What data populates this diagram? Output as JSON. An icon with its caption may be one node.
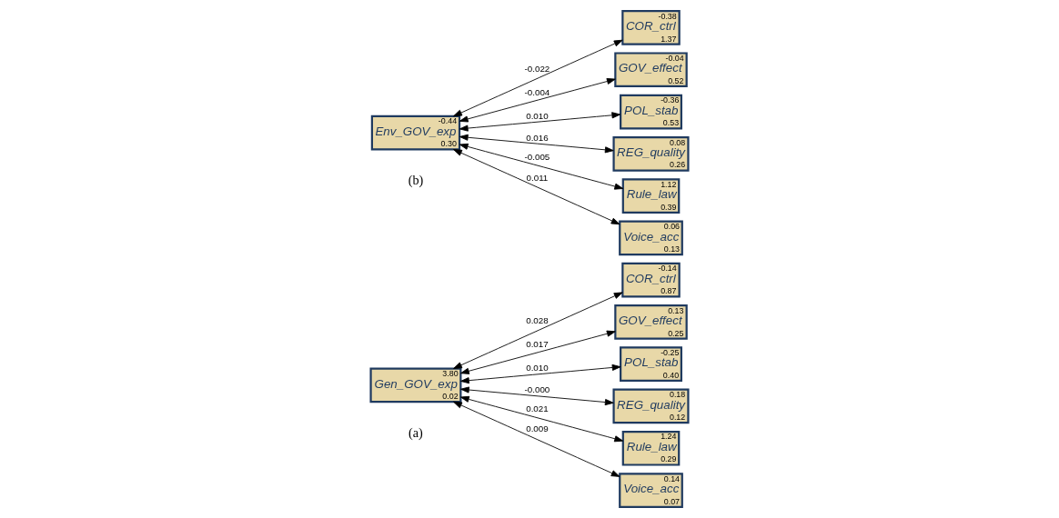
{
  "diagram": {
    "nodes": [
      {
        "text": [
          "3.80",
          "Gen_GOV_exp",
          "0.02"
        ]
      },
      {
        "text": [
          "-0.14",
          "COR_ctrl",
          "0.87"
        ]
      },
      {
        "text": [
          "0.13",
          "GOV_effect",
          "0.25"
        ]
      },
      {
        "text": [
          "-0.25",
          "POL_stab",
          "0.40"
        ]
      },
      {
        "text": [
          "0.18",
          "REG_quality",
          "0.12"
        ]
      },
      {
        "text": [
          "1.24",
          "Rule_law",
          "0.29"
        ]
      },
      {
        "text": [
          "0.14",
          "Voice_acc",
          "0.07"
        ]
      },
      {
        "text": [
          "-0.44",
          "Env_GOV_exp",
          "0.30"
        ]
      },
      {
        "text": [
          "-0.38",
          "COR_ctrl",
          "1.37"
        ]
      },
      {
        "text": [
          "-0.04",
          "GOV_effect",
          "0.52"
        ]
      },
      {
        "text": [
          "-0.36",
          "POL_stab",
          "0.53"
        ]
      },
      {
        "text": [
          "0.08",
          "REG_quality",
          "0.26"
        ]
      },
      {
        "text": [
          "1.12",
          "Rule_law",
          "0.39"
        ]
      },
      {
        "text": [
          "0.06",
          "Voice_acc",
          "0.13"
        ]
      }
    ],
    "edges": [
      {
        "from": 0,
        "to": 1,
        "arrow": "both",
        "label": "0.028"
      },
      {
        "from": 0,
        "to": 2,
        "arrow": "both",
        "label": "0.017"
      },
      {
        "from": 0,
        "to": 3,
        "arrow": "both",
        "label": "0.010"
      },
      {
        "from": 0,
        "to": 4,
        "arrow": "both",
        "label": "-0.000"
      },
      {
        "from": 0,
        "to": 5,
        "arrow": "both",
        "label": "0.021"
      },
      {
        "from": 0,
        "to": 6,
        "arrow": "both",
        "label": "0.009"
      },
      {
        "from": 7,
        "to": 8,
        "arrow": "both",
        "label": "-0.022"
      },
      {
        "from": 7,
        "to": 9,
        "arrow": "both",
        "label": "-0.004"
      },
      {
        "from": 7,
        "to": 10,
        "arrow": "both",
        "label": "0.010"
      },
      {
        "from": 7,
        "to": 11,
        "arrow": "both",
        "label": "0.016"
      },
      {
        "from": 7,
        "to": 12,
        "arrow": "both",
        "label": "-0.005"
      },
      {
        "from": 7,
        "to": 13,
        "arrow": "both",
        "label": "0.011"
      }
    ],
    "labels": [
      "(a)",
      "(b)"
    ]
  }
}
